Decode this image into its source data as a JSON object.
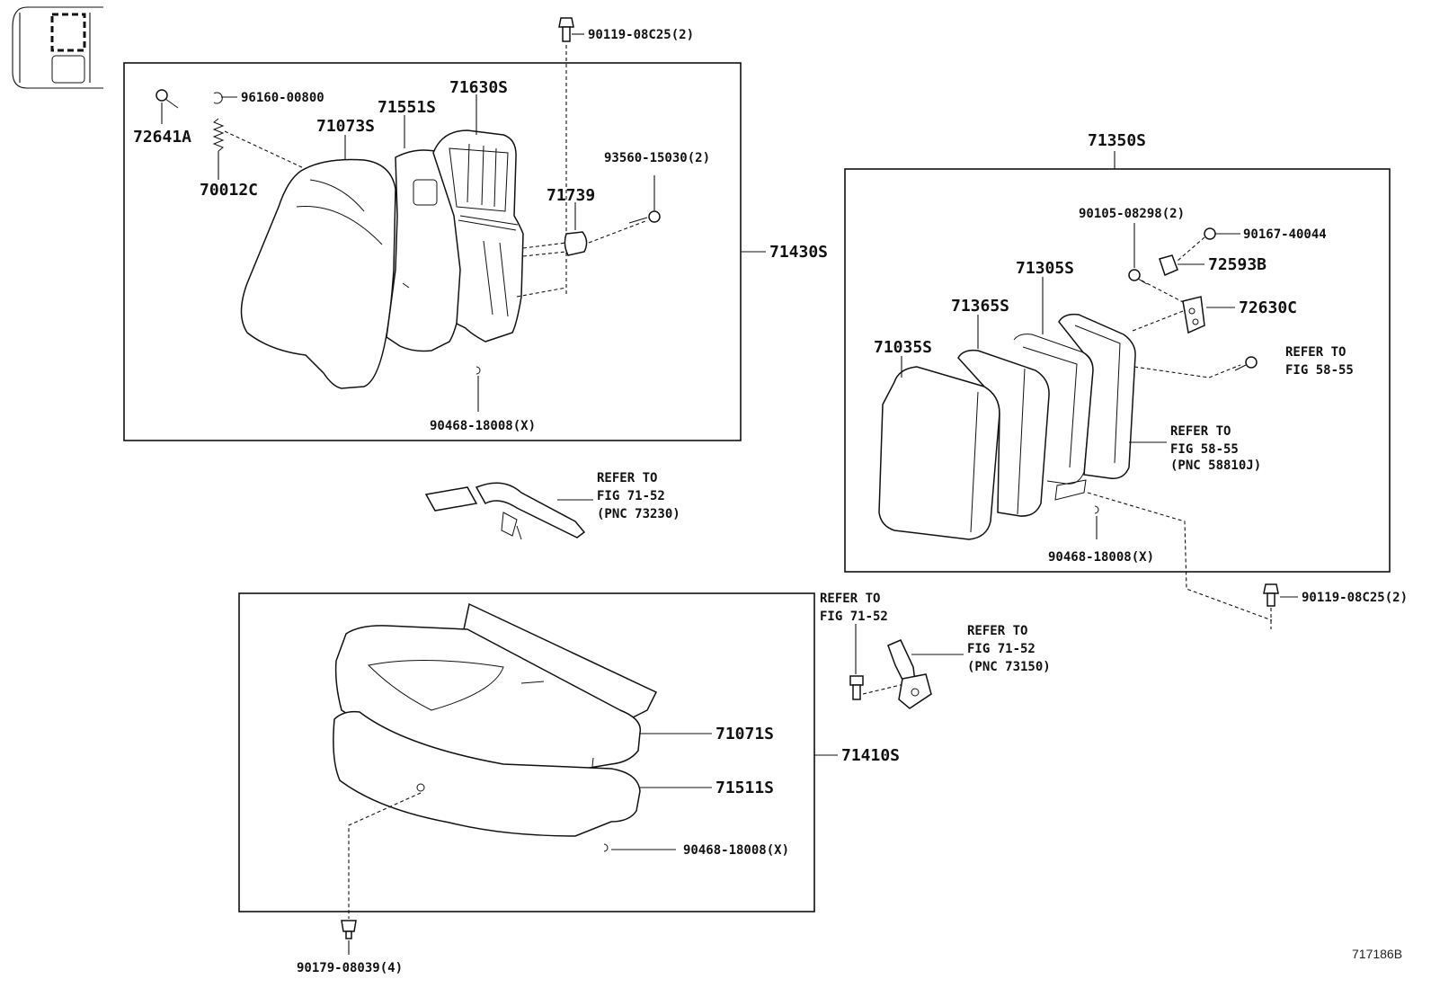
{
  "diagram_id": "717186B",
  "labels": {
    "p_90119_top": "90119-08C25(2)",
    "p_96160": "96160-00800",
    "p_71630S": "71630S",
    "p_71551S": "71551S",
    "p_71073S": "71073S",
    "p_72641A": "72641A",
    "p_70012C": "70012C",
    "p_93560": "93560-15030(2)",
    "p_71739": "71739",
    "p_71430S": "71430S",
    "p_90468_a": "90468-18008(X)",
    "p_71350S": "71350S",
    "p_90105": "90105-08298(2)",
    "p_90167": "90167-40044",
    "p_72593B": "72593B",
    "p_71305S": "71305S",
    "p_71365S": "71365S",
    "p_72630C": "72630C",
    "p_71035S": "71035S",
    "p_90468_b": "90468-18008(X)",
    "p_90119_right": "90119-08C25(2)",
    "p_71071S": "71071S",
    "p_71511S": "71511S",
    "p_71410S": "71410S",
    "p_90468_c": "90468-18008(X)",
    "p_90179": "90179-08039(4)"
  },
  "refs": {
    "r1": [
      "REFER TO",
      "FIG 71-52",
      "(PNC 73230)"
    ],
    "r2": [
      "REFER TO",
      "FIG 58-55"
    ],
    "r3": [
      "REFER TO",
      "FIG 58-55",
      "(PNC 58810J)"
    ],
    "r4": [
      "REFER TO",
      "FIG 71-52"
    ],
    "r5": [
      "REFER TO",
      "FIG 71-52",
      "(PNC 73150)"
    ]
  }
}
